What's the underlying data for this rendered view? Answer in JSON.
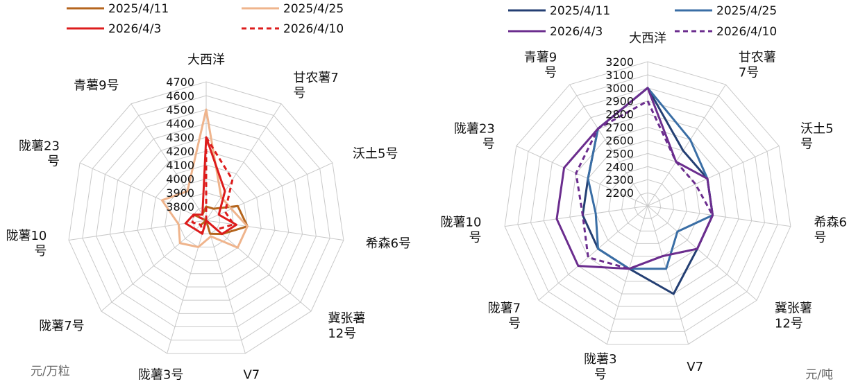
{
  "chart_data": [
    {
      "type": "radar",
      "unit": "元/万粒",
      "rlim": [
        3700,
        4700
      ],
      "ticks": [
        3800,
        3900,
        4000,
        4100,
        4200,
        4300,
        4400,
        4500,
        4600,
        4700
      ],
      "grid": true,
      "legend_position": "top",
      "categories": [
        "大西洋",
        "甘农薯7号",
        "沃土5号",
        "希森6号",
        "冀张薯12号",
        "V7",
        "陇薯3号",
        "陇薯7号",
        "陇薯10号",
        "陇薯23号",
        "青薯9号"
      ],
      "category_labels": [
        [
          "大西洋"
        ],
        [
          "甘农薯7",
          "号"
        ],
        [
          "沃土5号"
        ],
        [
          "希森6号"
        ],
        [
          "冀张薯",
          "12号"
        ],
        [
          "V7"
        ],
        [
          "陇薯3号"
        ],
        [
          "陇薯7号"
        ],
        [
          "陇薯10",
          "号"
        ],
        [
          "陇薯23",
          "号"
        ],
        [
          "青薯9号"
        ]
      ],
      "series": [
        {
          "name": "2025/4/11",
          "color": "#b5651d",
          "dash": false,
          "values": [
            3800,
            3800,
            3950,
            4000,
            3850,
            3800,
            3700,
            3750,
            3700,
            3800,
            3750
          ]
        },
        {
          "name": "2025/4/25",
          "color": "#efb48c",
          "dash": false,
          "values": [
            4500,
            3900,
            3900,
            4000,
            4000,
            3820,
            3900,
            3950,
            3900,
            4050,
            3950
          ]
        },
        {
          "name": "2026/4/3",
          "color": "#dd1c1c",
          "dash": false,
          "values": [
            4300,
            3950,
            3800,
            3920,
            3850,
            3700,
            3800,
            3800,
            3850,
            3800,
            3750
          ]
        },
        {
          "name": "2026/4/10",
          "color": "#dd1c1c",
          "dash": true,
          "values": [
            4300,
            4050,
            3850,
            3900,
            3800,
            3700,
            3800,
            3750,
            3800,
            3800,
            3700
          ]
        }
      ]
    },
    {
      "type": "radar",
      "unit": "元/吨",
      "rlim": [
        2100,
        3200
      ],
      "ticks": [
        2200,
        2300,
        2400,
        2500,
        2600,
        2700,
        2800,
        2900,
        3000,
        3100,
        3200
      ],
      "grid": true,
      "legend_position": "top",
      "categories": [
        "大西洋",
        "甘农薯7号",
        "沃土5号",
        "希森6号",
        "冀张薯12号",
        "V7",
        "陇薯3号",
        "陇薯7号",
        "陇薯10号",
        "陇薯23号",
        "青薯9号"
      ],
      "category_labels": [
        [
          "大西洋"
        ],
        [
          "甘农薯",
          "7号"
        ],
        [
          "沃土5",
          "号"
        ],
        [
          "希森6",
          "号"
        ],
        [
          "冀张薯",
          "12号"
        ],
        [
          "V7"
        ],
        [
          "陇薯3",
          "号"
        ],
        [
          "陇薯7",
          "号"
        ],
        [
          "陇薯10",
          "号"
        ],
        [
          "陇薯23",
          "号"
        ],
        [
          "青薯9",
          "号"
        ]
      ],
      "series": [
        {
          "name": "2025/4/11",
          "color": "#243f73",
          "dash": false,
          "values": [
            3000,
            2600,
            2600,
            2600,
            2600,
            2800,
            2600,
            2600,
            2600,
            2600,
            2800
          ]
        },
        {
          "name": "2025/4/25",
          "color": "#3a6ea5",
          "dash": false,
          "values": [
            3000,
            2700,
            2600,
            2600,
            2400,
            2600,
            2600,
            2600,
            2500,
            2600,
            2800
          ]
        },
        {
          "name": "2026/4/3",
          "color": "#6b2d8e",
          "dash": false,
          "values": [
            3000,
            2500,
            2600,
            2600,
            2600,
            2500,
            2600,
            2800,
            2800,
            2800,
            2800
          ]
        },
        {
          "name": "2026/4/10",
          "color": "#6b2d8e",
          "dash": true,
          "values": [
            2900,
            2500,
            2500,
            2600,
            2600,
            2500,
            2600,
            2700,
            2600,
            2700,
            2800
          ]
        }
      ]
    }
  ]
}
